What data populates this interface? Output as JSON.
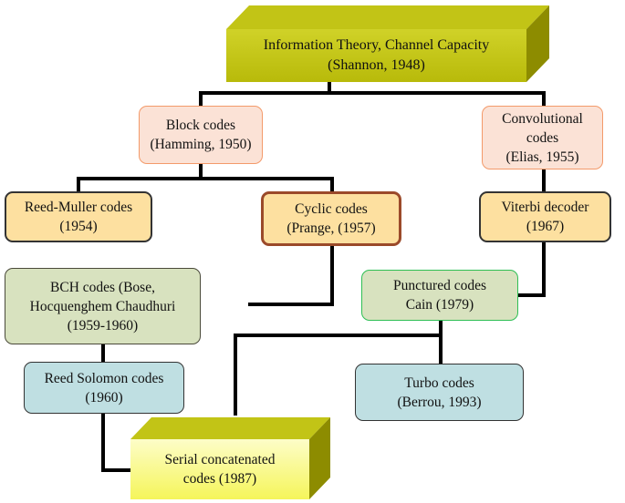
{
  "nodes": {
    "info_theory": {
      "line1": "Information Theory, Channel Capacity",
      "line2": "(Shannon, 1948)"
    },
    "block_codes": {
      "text": "Block codes\n(Hamming, 1950)"
    },
    "convolutional_codes": {
      "text": "Convolutional\ncodes\n(Elias, 1955)"
    },
    "reed_muller": {
      "text": "Reed-Muller codes\n(1954)"
    },
    "cyclic_codes": {
      "text": "Cyclic codes\n(Prange, (1957)"
    },
    "viterbi": {
      "text": "Viterbi decoder\n(1967)"
    },
    "bch_codes": {
      "text": "BCH codes (Bose,\nHocquenghem Chaudhuri\n(1959-1960)"
    },
    "punctured_codes": {
      "text": "Punctured codes\nCain (1979)"
    },
    "reed_solomon": {
      "text": "Reed Solomon codes\n(1960)"
    },
    "turbo_codes": {
      "text": "Turbo codes\n(Berrou, 1993)"
    },
    "serial_concatenated": {
      "text": "Serial concatenated\ncodes (1987)"
    }
  },
  "colors": {
    "prism_front_top": "#d0d228",
    "prism_front_bottom": "#b8ba0a",
    "prism_side": "#8d8c00",
    "prism_top": "#c2c416",
    "prism2_front_top": "#fdfdc8",
    "prism2_front_bottom": "#f5f55a",
    "connector": "#000000"
  }
}
